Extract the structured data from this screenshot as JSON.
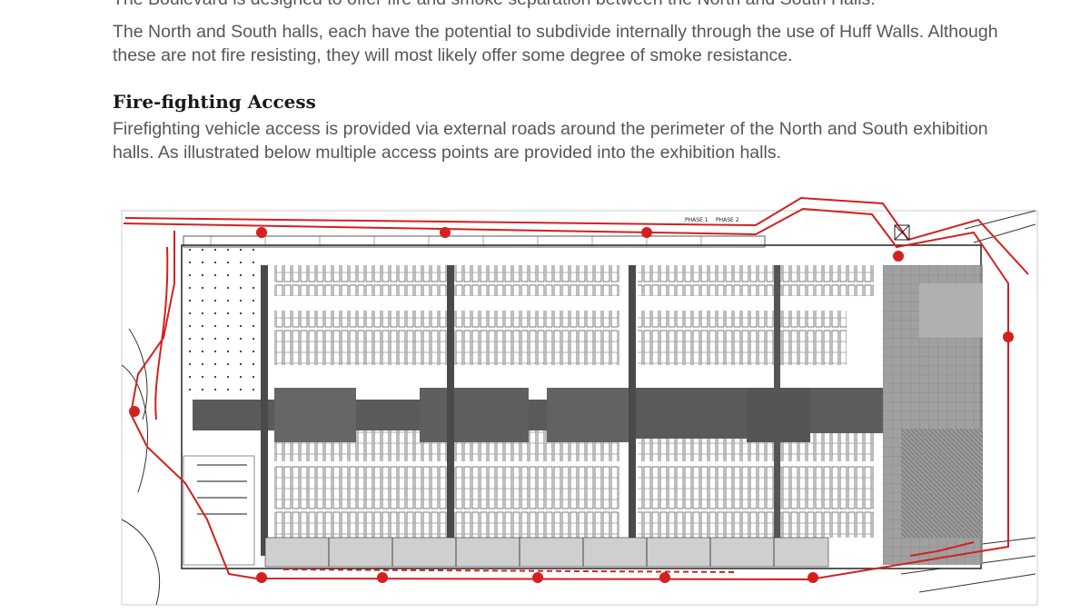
{
  "document": {
    "cut_line": "The Boulevard is designed to offer fire and smoke separation between the North and South Halls.",
    "paragraph_1": "The North and South halls, each have the potential to subdivide internally through the use of Huff Walls. Although these are not fire resisting, they will most likely offer some degree of smoke resistance.",
    "heading": "Fire-fighting Access",
    "paragraph_2": "Firefighting vehicle access is provided via external roads around the perimeter of the North and South exhibition halls. As illustrated below multiple access points are provided into the exhibition halls."
  },
  "plan": {
    "phase_labels": [
      "PHASE 1",
      "PHASE 2"
    ],
    "route_color": "#d42020",
    "access_point_color": "#d42020",
    "access_point_count": 11
  }
}
